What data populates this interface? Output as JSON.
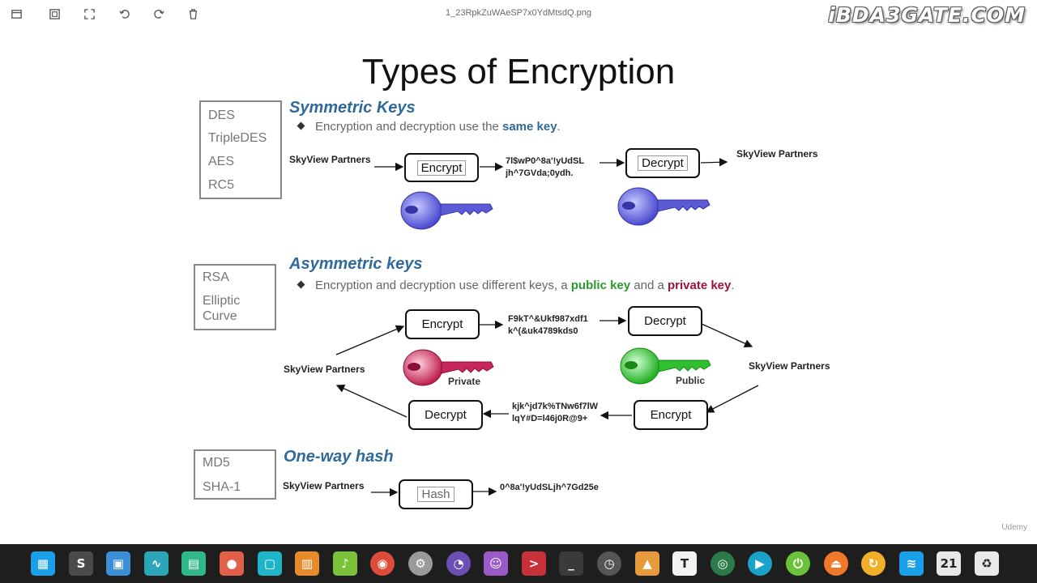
{
  "window": {
    "filename": "1_23RpkZuWAeSP7x0YdMtsdQ.png",
    "watermark": "iBDA3GATE.COM"
  },
  "toolbar": {
    "icons": [
      "window-icon",
      "fit-icon",
      "fullscreen-icon",
      "rotate-left-icon",
      "rotate-right-icon",
      "trash-icon"
    ]
  },
  "slide": {
    "title": "Types of Encryption",
    "symmetric": {
      "algorithms": [
        "DES",
        "TripleDES",
        "AES",
        "RC5"
      ],
      "heading": "Symmetric Keys",
      "bullet_pre": "Encryption and decryption use the ",
      "bullet_key": "same key",
      "bullet_post": ".",
      "sender": "SkyView Partners",
      "encrypt": "Encrypt",
      "cipher_line1": "7l$wP0^8a'!yUdSL",
      "cipher_line2": "jh^7GVda;0ydh.",
      "decrypt": "Decrypt",
      "receiver": "SkyView Partners"
    },
    "asymmetric": {
      "algorithms": [
        "RSA",
        "Elliptic",
        "Curve"
      ],
      "heading": "Asymmetric keys",
      "bullet_pre": "Encryption and decryption use different keys, a ",
      "bullet_public": "public key",
      "bullet_mid": " and a ",
      "bullet_private": "private key",
      "bullet_post": ".",
      "left_party": "SkyView Partners",
      "right_party": "SkyView Partners",
      "top_encrypt": "Encrypt",
      "top_cipher_line1": "F9kT^&Ukf987xdf1",
      "top_cipher_line2": "k^(&uk4789kds0",
      "top_decrypt": "Decrypt",
      "private_label": "Private",
      "public_label": "Public",
      "bottom_decrypt": "Decrypt",
      "bottom_cipher_line1": "kjk^jd7k%TNw6f7lW",
      "bottom_cipher_line2": "lqY#D=l46j0R@9+",
      "bottom_encrypt": "Encrypt"
    },
    "hash": {
      "algorithms": [
        "MD5",
        "SHA-1"
      ],
      "heading": "One-way hash",
      "sender": "SkyView Partners",
      "op": "Hash",
      "output": "0^8a'!yUdSLjh^7Gd25e"
    },
    "udemy": "Udemy"
  },
  "colors": {
    "symmetric_key": "#5b5bd6",
    "private_key": "#c8265a",
    "public_key": "#2fbf2f",
    "heading": "#2f6a9a"
  },
  "taskbar": {
    "apps": [
      {
        "name": "launcher-icon",
        "color": "#1aa0e8",
        "glyph": "▦"
      },
      {
        "name": "sublime-text-icon",
        "color": "#4a4a4a",
        "glyph": "S"
      },
      {
        "name": "window-manager-icon",
        "color": "#3a8fd6",
        "glyph": "▣"
      },
      {
        "name": "system-monitor-icon",
        "color": "#2aa6b8",
        "glyph": "∿"
      },
      {
        "name": "terminal-green-icon",
        "color": "#2fb88a",
        "glyph": "▤"
      },
      {
        "name": "record-icon",
        "color": "#e2604a",
        "glyph": "●"
      },
      {
        "name": "package-icon",
        "color": "#1fb5c9",
        "glyph": "▢"
      },
      {
        "name": "archive-icon",
        "color": "#e88a2a",
        "glyph": "▥"
      },
      {
        "name": "music-icon",
        "color": "#7ac23a",
        "glyph": "♪"
      },
      {
        "name": "chrome-icon",
        "color": "#dd4b39",
        "glyph": "◉"
      },
      {
        "name": "settings-icon",
        "color": "#9a9a9a",
        "glyph": "⚙"
      },
      {
        "name": "cpu-monitor-icon",
        "color": "#6a4fb5",
        "glyph": "◔"
      },
      {
        "name": "character-icon",
        "color": "#9a5ac8",
        "glyph": "☺"
      },
      {
        "name": "terminal-red-icon",
        "color": "#c8303a",
        "glyph": ">"
      },
      {
        "name": "terminal-dark-icon",
        "color": "#3a3a3a",
        "glyph": "_"
      },
      {
        "name": "clock-icon",
        "color": "#555555",
        "glyph": "◷"
      },
      {
        "name": "image-viewer-icon",
        "color": "#e89a3a",
        "glyph": "▲"
      },
      {
        "name": "text-editor-icon",
        "color": "#f2f2f2",
        "glyph": "T"
      },
      {
        "name": "camera-icon",
        "color": "#2a7a4a",
        "glyph": "◎"
      },
      {
        "name": "screen-recorder-icon",
        "color": "#1aa3c8",
        "glyph": "▶"
      },
      {
        "name": "power-icon",
        "color": "#6ac23a",
        "glyph": "⏻"
      },
      {
        "name": "eject-icon",
        "color": "#f07a2a",
        "glyph": "⏏"
      },
      {
        "name": "backup-icon",
        "color": "#f2b02a",
        "glyph": "↻"
      },
      {
        "name": "wifi-icon",
        "color": "#1aa0e8",
        "glyph": "≋"
      },
      {
        "name": "calendar-icon",
        "color": "#e8e8e8",
        "glyph": "21"
      },
      {
        "name": "recycle-bin-icon",
        "color": "#e8e8e8",
        "glyph": "♻"
      }
    ]
  }
}
